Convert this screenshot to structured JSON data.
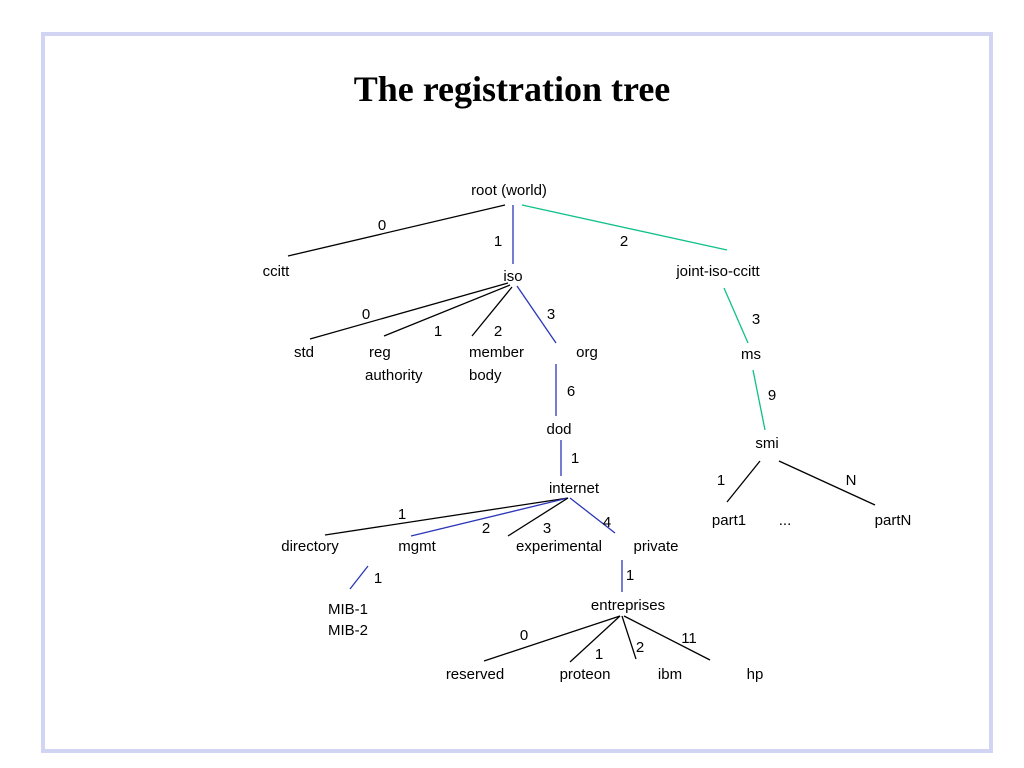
{
  "title": "The registration tree",
  "colors": {
    "frame": "#d2d4f4",
    "black_edge": "#000000",
    "blue_edge": "#2b36b8",
    "teal_edge": "#10c08a"
  },
  "nodes": {
    "root": "root (world)",
    "ccitt": "ccitt",
    "iso": "iso",
    "joint": "joint-iso-ccitt",
    "std": "std",
    "reg1": "reg",
    "reg2": "authority",
    "member1": "member",
    "member2": "body",
    "org": "org",
    "ms": "ms",
    "dod": "dod",
    "smi": "smi",
    "internet": "internet",
    "part1": "part1",
    "dots": "...",
    "partN": "partN",
    "directory": "directory",
    "mgmt": "mgmt",
    "experimental": "experimental",
    "private": "private",
    "mib1": "MIB-1",
    "mib2": "MIB-2",
    "entreprises": "entreprises",
    "reserved": "reserved",
    "proteon": "proteon",
    "ibm": "ibm",
    "hp": "hp"
  },
  "edge_labels": {
    "root_ccitt": "0",
    "root_iso": "1",
    "root_joint": "2",
    "iso_std": "0",
    "iso_reg": "1",
    "iso_member": "2",
    "iso_org": "3",
    "joint_ms": "3",
    "org_dod": "6",
    "ms_smi": "9",
    "dod_internet": "1",
    "smi_part1": "1",
    "smi_partN": "N",
    "internet_directory": "1",
    "internet_mgmt": "2",
    "internet_experimental": "3",
    "internet_private": "4",
    "mgmt_mib": "1",
    "private_entreprises": "1",
    "ent_reserved": "0",
    "ent_proteon": "1",
    "ent_ibm": "2",
    "ent_hp": "11"
  }
}
